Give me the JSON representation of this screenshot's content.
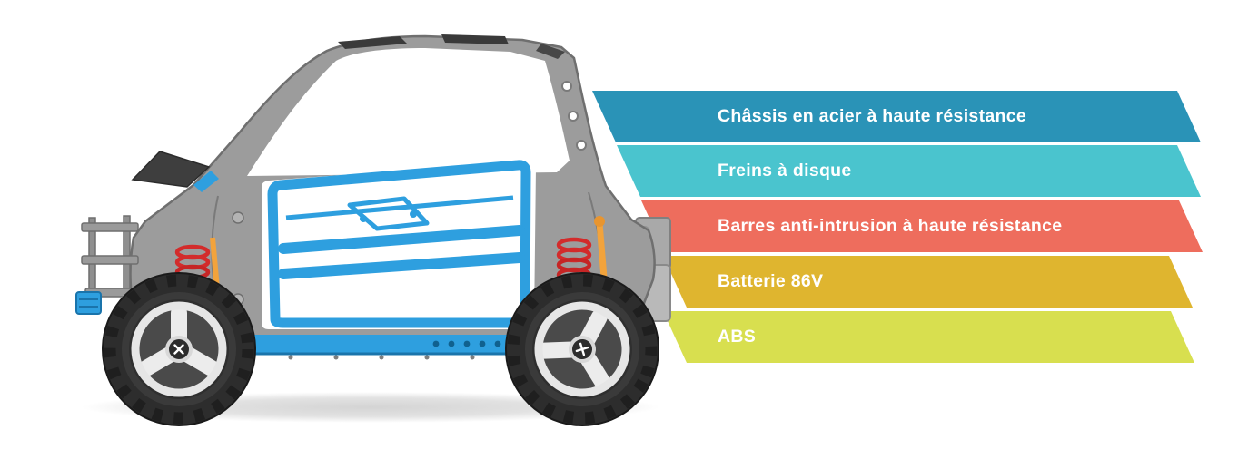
{
  "page": {
    "background": "#ffffff"
  },
  "vehicle": {
    "name": "quadricycle-chassis-side-view",
    "colors": {
      "frame_gray": "#9c9c9c",
      "frame_outline": "#6f6f6f",
      "highlight_blue": "#2e9fdf",
      "spring_red": "#d32b2b",
      "damper_orange": "#f2a33c",
      "tire_dark": "#2d2d2d",
      "rim_light": "#ececec"
    }
  },
  "banner_text_color": "#ffffff",
  "banners": [
    {
      "label": "Châssis en acier à haute résistance",
      "color": "#2A93B7"
    },
    {
      "label": "Freins à disque",
      "color": "#4AC4CE"
    },
    {
      "label": "Barres anti-intrusion à haute résistance",
      "color": "#EE6D5D"
    },
    {
      "label": "Batterie 86V",
      "color": "#DFB52F"
    },
    {
      "label": "ABS",
      "color": "#D8DF4F"
    }
  ]
}
